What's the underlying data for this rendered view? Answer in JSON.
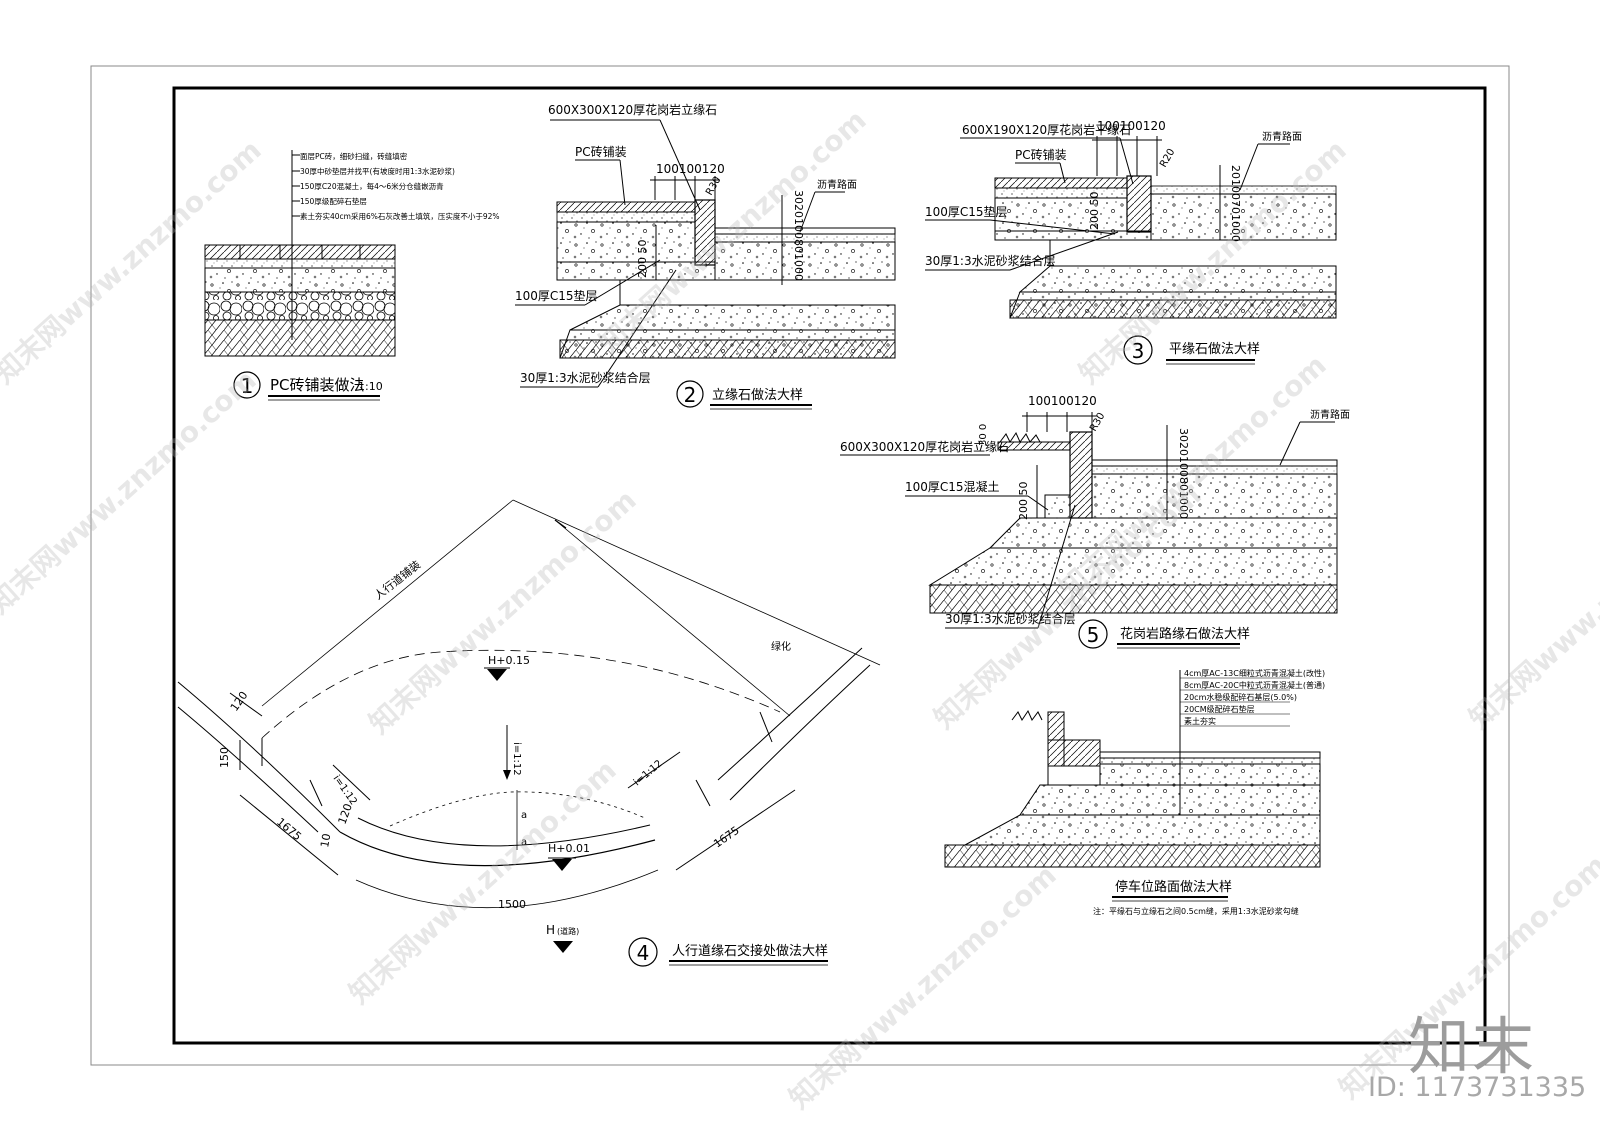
{
  "detail1": {
    "num": "1",
    "title": "PC砖铺装做法",
    "scale": "1:10",
    "notes": [
      "面层PC砖，细砂扫缝，砖缝填密",
      "30厚中砂垫层并找平(有坡度时用1:3水泥砂浆)",
      "150厚C20混凝土，每4～6米分仓缝嵌沥青",
      "150厚级配碎石垫层",
      "素土夯实40cm采用6%石灰改善土填筑，压实度不小于92%"
    ]
  },
  "detail2": {
    "num": "2",
    "title": "立缘石做法大样",
    "stone": "600X300X120厚花岗岩立缘石",
    "pc": "PC砖铺装",
    "dim_top": "100100120",
    "radius": "R30",
    "asphalt": "沥青路面",
    "layers": "3020100801000",
    "dim_side": "200 50",
    "c15": "100厚C15垫层",
    "mortar": "30厚1:3水泥砂浆结合层"
  },
  "detail3": {
    "num": "3",
    "title": "平缘石做法大样",
    "stone": "600X190X120厚花岗岩平缘石",
    "pc": "PC砖铺装",
    "dim_top": "100100120",
    "radius": "R20",
    "asphalt": "沥青路面",
    "layers": "20100701000",
    "dim_side": "200 50",
    "c15": "100厚C15垫层",
    "mortar": "30厚1:3水泥砂浆结合层"
  },
  "detail4": {
    "num": "4",
    "title": "人行道缘石交接处做法大样",
    "walk": "人行道铺装",
    "green": "绿化",
    "lvl_top": "H+0.15",
    "lvl_mid": "H+0.01",
    "lvl_road": "H",
    "lvl_road_note": "(道路)",
    "slope": "i=1:12",
    "dims": {
      "d120a": "120",
      "d150": "150",
      "d1675a": "1675",
      "d120b": "120",
      "d10": "10",
      "d1675b": "1675",
      "d1500": "1500",
      "da": "a"
    }
  },
  "detail5": {
    "num": "5",
    "title": "花岗岩路缘石做法大样",
    "stone": "600X300X120厚花岗岩立缘石",
    "dim_top": "100100120",
    "radius": "R30",
    "asphalt": "沥青路面",
    "layers": "3020100801000",
    "dim_side": "200 50",
    "c15": "100厚C15混凝土",
    "mortar": "30厚1:3水泥砂浆结合层",
    "dim_small": "30 0"
  },
  "parking": {
    "title": "停车位路面做法大样",
    "layers": [
      "4cm厚AC-13C细粒式沥青混凝土(改性)",
      "8cm厚AC-20C中粒式沥青混凝土(普通)",
      "20cm水稳级配碎石基层(5.0%)",
      "20CM级配碎石垫层",
      "素土夯实"
    ],
    "note": "注：平缘石与立缘石之间0.5cm缝，采用1:3水泥砂浆勾缝"
  },
  "watermark": {
    "text": "知末网www.znzmo.com"
  },
  "brand": {
    "logo": "知末",
    "id": "ID: 1173731335"
  }
}
